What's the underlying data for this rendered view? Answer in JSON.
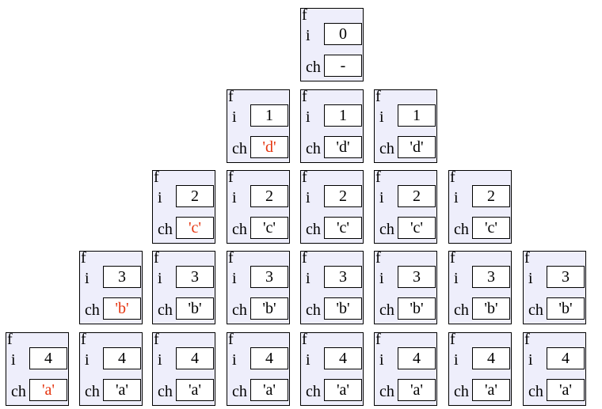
{
  "diagram": {
    "function_label": "f",
    "var_i_label": "i",
    "var_ch_label": "ch",
    "highlight_color": "#e5340e",
    "frame_background": "#eeeefb",
    "stacks": [
      [
        {
          "i": "4",
          "ch": "'a'",
          "changed": true
        }
      ],
      [
        {
          "i": "4",
          "ch": "'a'"
        },
        {
          "i": "3",
          "ch": "'b'",
          "changed": true
        }
      ],
      [
        {
          "i": "4",
          "ch": "'a'"
        },
        {
          "i": "3",
          "ch": "'b'"
        },
        {
          "i": "2",
          "ch": "'c'",
          "changed": true
        }
      ],
      [
        {
          "i": "4",
          "ch": "'a'"
        },
        {
          "i": "3",
          "ch": "'b'"
        },
        {
          "i": "2",
          "ch": "'c'"
        },
        {
          "i": "1",
          "ch": "'d'",
          "changed": true
        }
      ],
      [
        {
          "i": "4",
          "ch": "'a'"
        },
        {
          "i": "3",
          "ch": "'b'"
        },
        {
          "i": "2",
          "ch": "'c'"
        },
        {
          "i": "1",
          "ch": "'d'"
        },
        {
          "i": "0",
          "ch": "-"
        }
      ],
      [
        {
          "i": "4",
          "ch": "'a'"
        },
        {
          "i": "3",
          "ch": "'b'"
        },
        {
          "i": "2",
          "ch": "'c'"
        },
        {
          "i": "1",
          "ch": "'d'"
        }
      ],
      [
        {
          "i": "4",
          "ch": "'a'"
        },
        {
          "i": "3",
          "ch": "'b'"
        },
        {
          "i": "2",
          "ch": "'c'"
        }
      ],
      [
        {
          "i": "4",
          "ch": "'a'"
        },
        {
          "i": "3",
          "ch": "'b'"
        }
      ]
    ]
  }
}
